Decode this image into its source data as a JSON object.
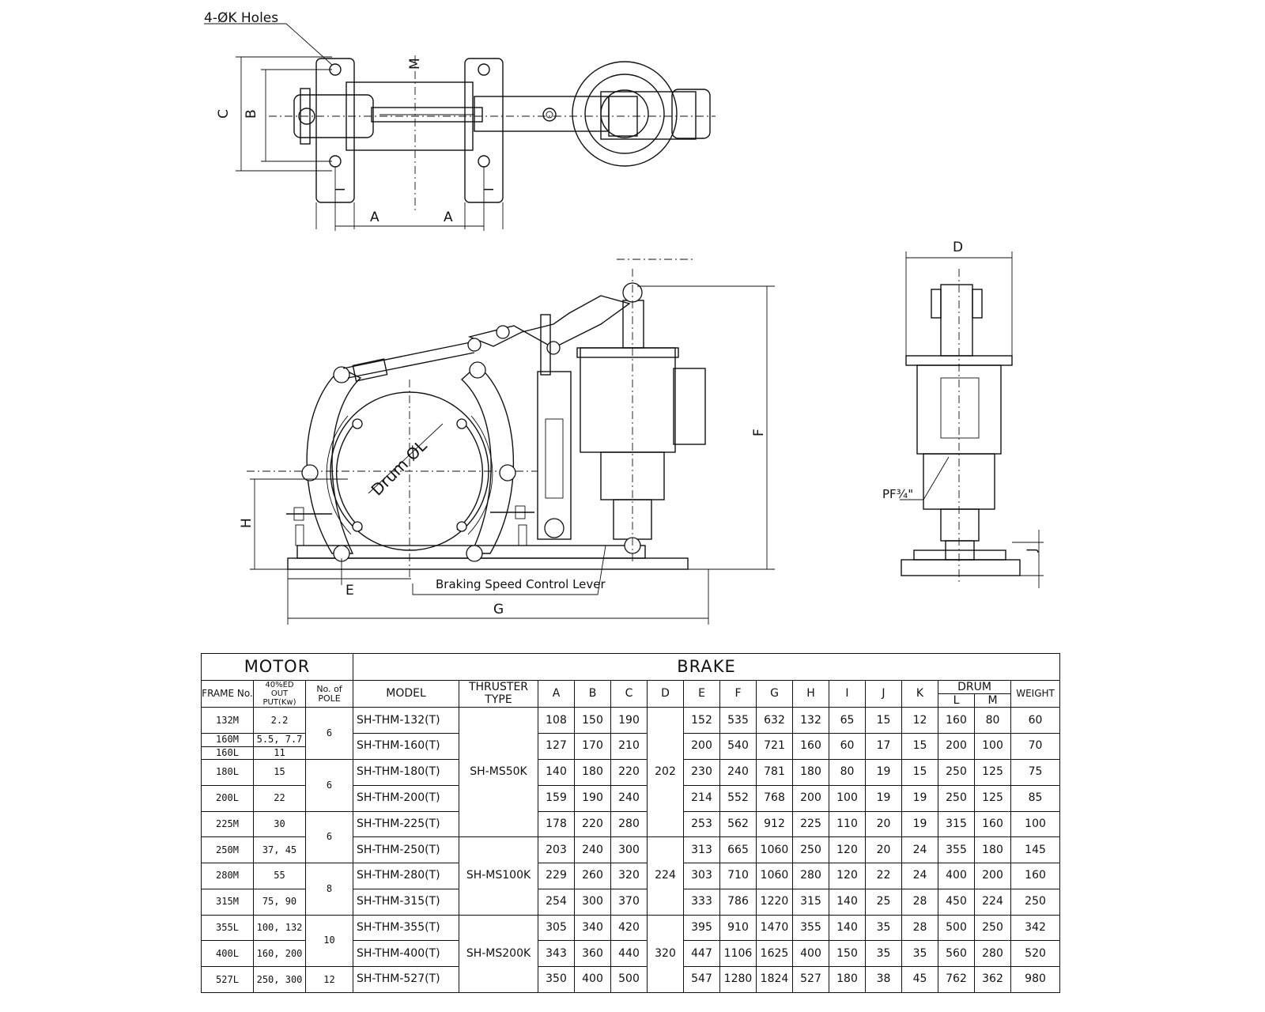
{
  "labels": {
    "holes": "4-ØK Holes",
    "dim_A": "A",
    "dim_B": "B",
    "dim_C": "C",
    "dim_D": "D",
    "dim_E": "E",
    "dim_F": "F",
    "dim_G": "G",
    "dim_H": "H",
    "dim_I": "I",
    "dim_J": "J",
    "dim_M": "M",
    "drum": "Drum ØL",
    "lever": "Braking Speed Control Lever",
    "pf": "PF¾\""
  },
  "table": {
    "motor_header": "MOTOR",
    "brake_header": "BRAKE",
    "col_frame": "FRAME No.",
    "col_output_1": "40%ED",
    "col_output_2": "OUT PUT(Kw)",
    "col_pole": "No. of POLE",
    "col_model": "MODEL",
    "col_thruster_1": "THRUSTER",
    "col_thruster_2": "TYPE",
    "dims": [
      "A",
      "B",
      "C",
      "D",
      "E",
      "F",
      "G",
      "H",
      "I",
      "J",
      "K"
    ],
    "col_drum": "DRUM",
    "col_drum_L": "L",
    "col_drum_M": "M",
    "col_weight": "WEIGHT",
    "thruster_types": [
      "SH-MS50K",
      "SH-MS100K",
      "SH-MS200K"
    ],
    "d_values": [
      "202",
      "224",
      "320"
    ],
    "poles": [
      "6",
      "6",
      "6",
      "8",
      "10",
      "12"
    ],
    "rows": [
      {
        "frame": "132M",
        "output": "2.2",
        "model": "SH-THM-132(T)",
        "vals": [
          "108",
          "150",
          "190",
          "152",
          "535",
          "632",
          "132",
          "65",
          "15",
          "12",
          "160",
          "80",
          "60"
        ]
      },
      {
        "frame": "160M",
        "frame2": "160L",
        "output": "5.5, 7.7",
        "output2": "11",
        "model": "SH-THM-160(T)",
        "vals": [
          "127",
          "170",
          "210",
          "200",
          "540",
          "721",
          "160",
          "60",
          "17",
          "15",
          "200",
          "100",
          "70"
        ]
      },
      {
        "frame": "180L",
        "output": "15",
        "model": "SH-THM-180(T)",
        "vals": [
          "140",
          "180",
          "220",
          "230",
          "240",
          "781",
          "180",
          "80",
          "19",
          "15",
          "250",
          "125",
          "75"
        ]
      },
      {
        "frame": "200L",
        "output": "22",
        "model": "SH-THM-200(T)",
        "vals": [
          "159",
          "190",
          "240",
          "214",
          "552",
          "768",
          "200",
          "100",
          "19",
          "19",
          "250",
          "125",
          "85"
        ]
      },
      {
        "frame": "225M",
        "output": "30",
        "model": "SH-THM-225(T)",
        "vals": [
          "178",
          "220",
          "280",
          "253",
          "562",
          "912",
          "225",
          "110",
          "20",
          "19",
          "315",
          "160",
          "100"
        ]
      },
      {
        "frame": "250M",
        "output": "37, 45",
        "model": "SH-THM-250(T)",
        "vals": [
          "203",
          "240",
          "300",
          "313",
          "665",
          "1060",
          "250",
          "120",
          "20",
          "24",
          "355",
          "180",
          "145"
        ]
      },
      {
        "frame": "280M",
        "output": "55",
        "model": "SH-THM-280(T)",
        "vals": [
          "229",
          "260",
          "320",
          "303",
          "710",
          "1060",
          "280",
          "120",
          "22",
          "24",
          "400",
          "200",
          "160"
        ]
      },
      {
        "frame": "315M",
        "output": "75, 90",
        "model": "SH-THM-315(T)",
        "vals": [
          "254",
          "300",
          "370",
          "333",
          "786",
          "1220",
          "315",
          "140",
          "25",
          "28",
          "450",
          "224",
          "250"
        ]
      },
      {
        "frame": "355L",
        "output": "100, 132",
        "model": "SH-THM-355(T)",
        "vals": [
          "305",
          "340",
          "420",
          "395",
          "910",
          "1470",
          "355",
          "140",
          "35",
          "28",
          "500",
          "250",
          "342"
        ]
      },
      {
        "frame": "400L",
        "output": "160, 200",
        "model": "SH-THM-400(T)",
        "vals": [
          "343",
          "360",
          "440",
          "447",
          "1106",
          "1625",
          "400",
          "150",
          "35",
          "35",
          "560",
          "280",
          "520"
        ]
      },
      {
        "frame": "527L",
        "output": "250, 300",
        "model": "SH-THM-527(T)",
        "vals": [
          "350",
          "400",
          "500",
          "547",
          "1280",
          "1824",
          "527",
          "180",
          "38",
          "45",
          "762",
          "362",
          "980"
        ]
      }
    ]
  }
}
